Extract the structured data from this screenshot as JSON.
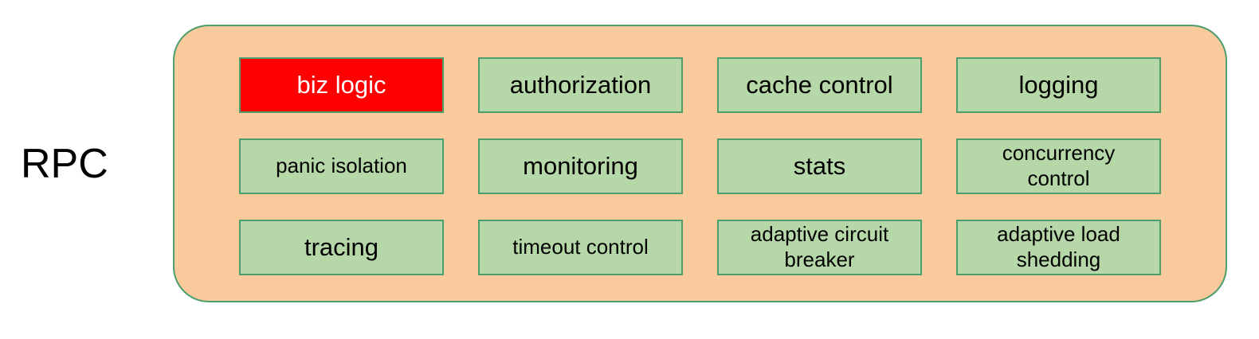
{
  "diagram": {
    "label": "RPC",
    "container_name": "rpc-middleware-container",
    "colors": {
      "canvas_bg": "#ffffff",
      "container_fill": "#f9cb9c",
      "container_border": "#4d9e6c",
      "box_fill": "#b6d7a8",
      "box_border": "#4d9e6c",
      "box_text": "#000000",
      "highlight_fill": "#fe0000",
      "highlight_text": "#ffffff",
      "label_text": "#000000"
    },
    "cells": [
      {
        "label": "biz logic",
        "highlight": true,
        "size": "lg"
      },
      {
        "label": "authorization",
        "size": "lg"
      },
      {
        "label": "cache control",
        "size": "lg"
      },
      {
        "label": "logging",
        "size": "lg"
      },
      {
        "label": "panic isolation",
        "size": "sm"
      },
      {
        "label": "monitoring",
        "size": "lg"
      },
      {
        "label": "stats",
        "size": "lg"
      },
      {
        "label": "concurrency\ncontrol",
        "size": "sm"
      },
      {
        "label": "tracing",
        "size": "lg"
      },
      {
        "label": "timeout control",
        "size": "sm"
      },
      {
        "label": "adaptive circuit\nbreaker",
        "size": "sm"
      },
      {
        "label": "adaptive load\nshedding",
        "size": "sm"
      }
    ]
  }
}
